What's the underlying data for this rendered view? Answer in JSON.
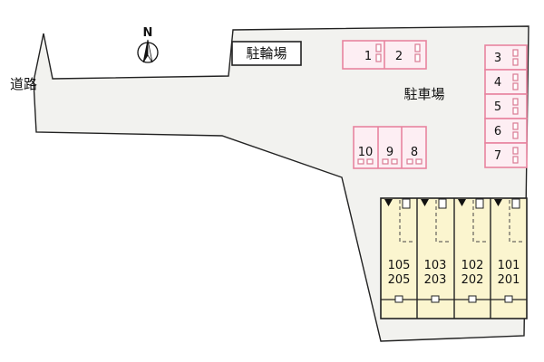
{
  "compass": {
    "label": "N"
  },
  "labels": {
    "road": "道路",
    "bicycle_parking": "駐輪場",
    "parking_lot": "駐車場"
  },
  "parking": {
    "top_stalls": [
      "1",
      "2"
    ],
    "right_stalls": [
      "3",
      "4",
      "5",
      "6",
      "7"
    ],
    "middle_stalls": [
      "10",
      "9",
      "8"
    ]
  },
  "building": {
    "units": [
      {
        "line1": "105",
        "line2": "205"
      },
      {
        "line1": "103",
        "line2": "203"
      },
      {
        "line1": "102",
        "line2": "202"
      },
      {
        "line1": "101",
        "line2": "201"
      }
    ]
  },
  "colors": {
    "parcel_fill": "#f2f2ef",
    "outline": "#222222",
    "stall_stroke": "#e8849f",
    "stall_fill": "#fdeef3",
    "building_fill": "#fbf5cf",
    "background": "#ffffff"
  }
}
